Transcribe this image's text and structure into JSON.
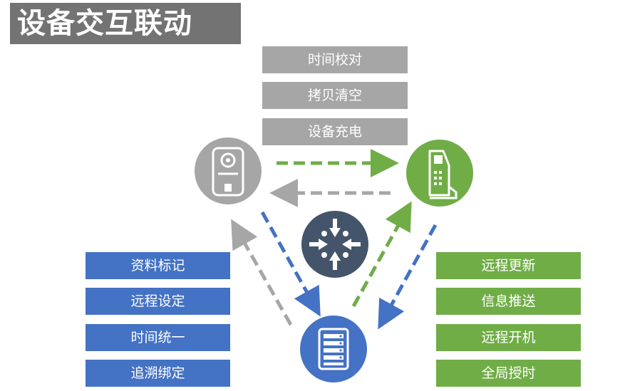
{
  "title": "设备交互联动",
  "top_items": [
    "时间校对",
    "拷贝清空",
    "设备充电"
  ],
  "left_items": [
    "资料标记",
    "远程设定",
    "时间统一",
    "追溯绑定"
  ],
  "right_items": [
    "远程更新",
    "信息推送",
    "远程开机",
    "全局授时"
  ],
  "icons": {
    "recorder": "body-camera-icon",
    "station": "kiosk-terminal-icon",
    "server": "server-rack-icon",
    "hub": "converging-arrows-icon"
  },
  "colors": {
    "gray": "#a6a6a6",
    "blue": "#4472c4",
    "green": "#70ad47",
    "hub": "#44546a",
    "title_bg": "#737373"
  }
}
